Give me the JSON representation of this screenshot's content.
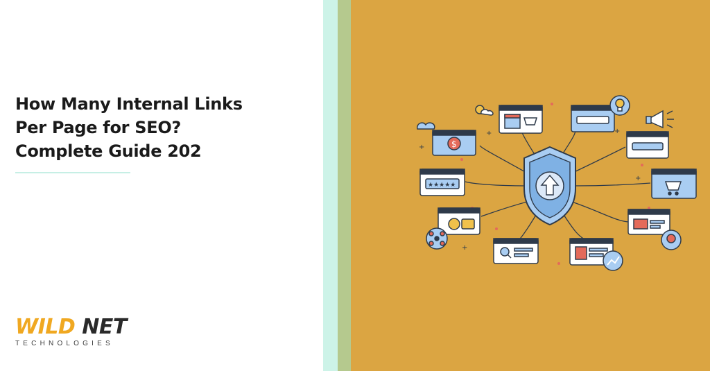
{
  "header": {
    "title_lines": [
      "How Many Internal Links",
      "Per Page for SEO?",
      "Complete Guide 202"
    ]
  },
  "brand": {
    "logo_main": "WILD",
    "logo_second": "NET",
    "logo_sub": "TECHNOLOGIES"
  },
  "colors": {
    "accent": "#f0a821",
    "art_background": "#dba542",
    "stripe_mint": "#cdf3e8",
    "stripe_sage": "#b5c98e",
    "underline": "#c6efe5",
    "card_blue": "#a9cdf2",
    "outline": "#2e3a4a"
  },
  "illustration": {
    "center_icon": "shield-upload-icon",
    "cards": [
      "store-card-icon",
      "search-bar-card-icon",
      "dollar-card-icon",
      "search-field-card-icon",
      "star-rating-card-icon",
      "cart-card-icon",
      "coins-card-icon",
      "media-card-icon",
      "magnifier-card-icon",
      "profile-card-icon"
    ],
    "badges": [
      "lightbulb-icon",
      "megaphone-icon",
      "cloud-icon",
      "sun-cloud-icon",
      "network-icon",
      "growth-chart-icon",
      "award-icon"
    ]
  }
}
